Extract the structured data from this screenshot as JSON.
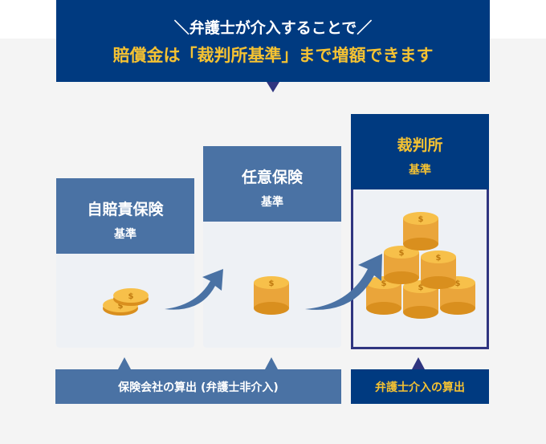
{
  "banner": {
    "line1": "＼弁護士が介入することで／",
    "line2": "賠償金は「裁判所基準」まで増額できます"
  },
  "columns": [
    {
      "name": "自賠責保険",
      "sub": "基準"
    },
    {
      "name": "任意保険",
      "sub": "基準"
    },
    {
      "name": "裁判所",
      "sub": "基準"
    }
  ],
  "footer": {
    "insurance": "保険会社の算出 (弁護士非介入)",
    "lawyer": "弁護士介入の算出"
  },
  "colors": {
    "navy": "#003a80",
    "blue": "#4a72a4",
    "gold": "#f5c232"
  }
}
